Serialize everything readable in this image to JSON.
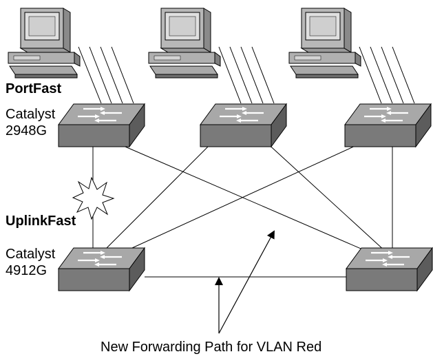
{
  "labels": {
    "portfast": "PortFast",
    "catalyst_access": [
      "Catalyst",
      "2948G"
    ],
    "uplinkfast": "UplinkFast",
    "catalyst_distribution": [
      "Catalyst",
      "4912G"
    ],
    "caption": "New Forwarding Path for VLAN Red"
  },
  "colors": {
    "switch_top": "#a8a8a8",
    "switch_front": "#7a7a7a",
    "switch_side": "#5c5c5c",
    "pc_body": "#b8b8b8",
    "pc_screen": "#e0e0e0",
    "line": "#000000"
  },
  "icons": {
    "pc": "workstation-icon",
    "switch": "catalyst-switch-icon",
    "failure": "link-failure-burst-icon",
    "arrow": "arrow-icon"
  }
}
